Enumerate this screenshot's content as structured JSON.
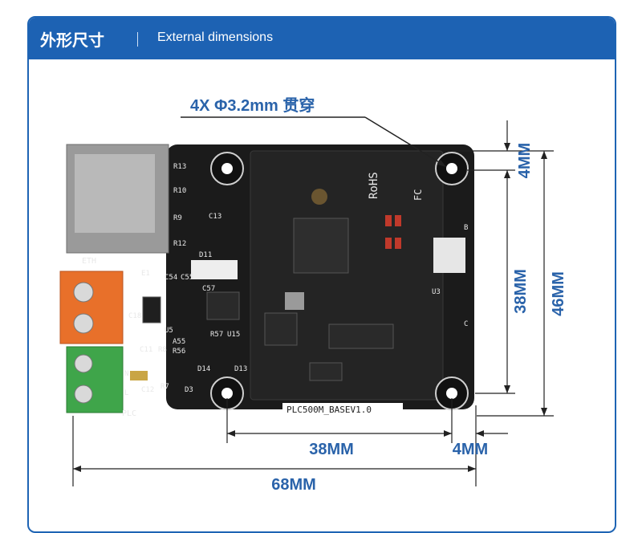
{
  "header": {
    "title_cn": "外形尺寸",
    "title_en": "External dimensions"
  },
  "annotations": {
    "hole_note": "4X Φ3.2mm 贯穿",
    "dim_top_right_v": "4MM",
    "dim_mid_v": "38MM",
    "dim_total_v": "46MM",
    "dim_hole_h": "38MM",
    "dim_edge_h": "4MM",
    "dim_total_h": "68MM"
  },
  "board": {
    "model_label": "PLC500M_BASEV1.0",
    "eth_label": "ETH",
    "plc_label": "PLC",
    "u3_label": "U3",
    "rohs_label": "RoHS",
    "fc_label": "FC",
    "silkscreen": [
      "R13",
      "R10",
      "R9",
      "R12",
      "C13",
      "E1",
      "C54",
      "C55",
      "D11",
      "C57",
      "C18",
      "U5",
      "A55",
      "C11",
      "R8",
      "R56",
      "R57",
      "U15",
      "D14",
      "D13",
      "C12",
      "R7",
      "D3",
      "B",
      "C",
      "L",
      "N"
    ]
  },
  "colors": {
    "accent": "#1d62b3",
    "label_blue": "#2a63aa",
    "pcb": "#1b1b1b",
    "terminal_orange": "#e8702a",
    "terminal_green": "#3fa54a"
  }
}
